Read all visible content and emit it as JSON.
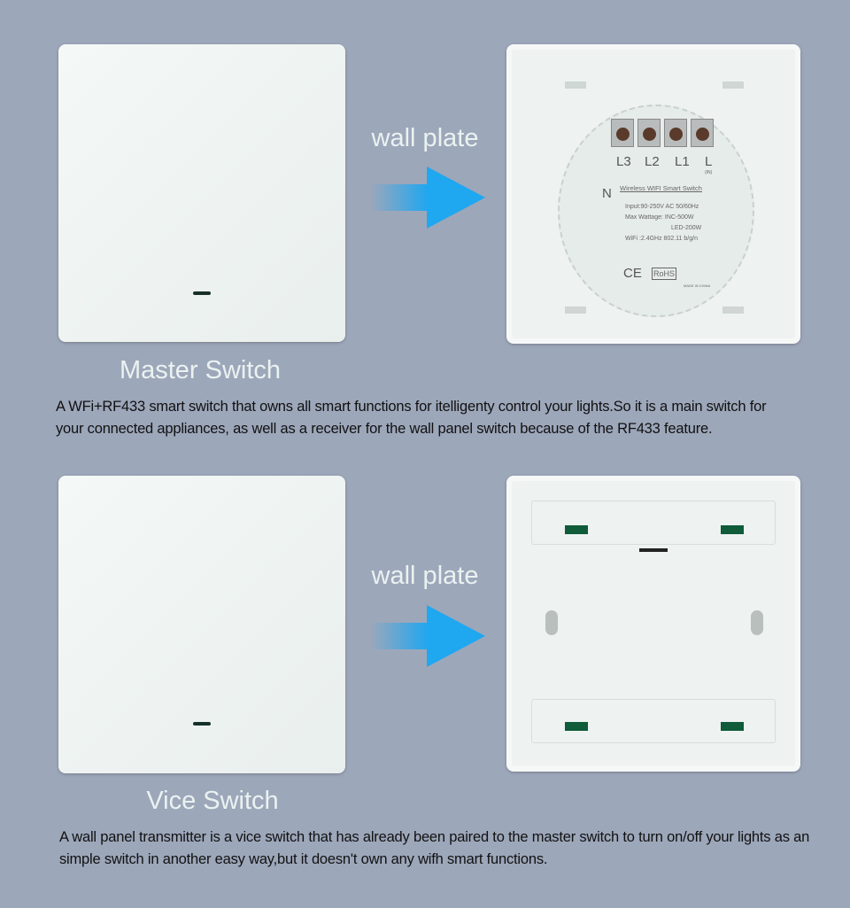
{
  "master": {
    "title": "Master Switch",
    "arrow_label": "wall plate",
    "description": "A WFi+RF433 smart switch that owns all smart functions for itelligenty control your lights.So it is a main switch for your connected appliances, as well as a receiver for the wall panel switch because of the RF433 feature.",
    "back_label": {
      "terminals": [
        "L3",
        "L2",
        "L1",
        "L"
      ],
      "in": "(IN)",
      "neutral": "N",
      "product": "Wireless WIFI Smart Switch",
      "specs": [
        "Input:90-250V AC  50/60Hz",
        "Max Wattage:   INC-500W",
        "LED-200W",
        "WiFi :2.4GHz  802.11 b/g/n"
      ],
      "marks": [
        "CE",
        "RoHS",
        "MADE IN CHINA"
      ]
    }
  },
  "vice": {
    "title": "Vice Switch",
    "arrow_label": "wall plate",
    "description": "A wall panel transmitter is a vice switch that has already been paired to the master switch to turn on/off your lights as an simple switch in another easy way,but it doesn't own any wifh smart functions."
  },
  "colors": {
    "background": "#9da7ba",
    "arrow": "#1fa7f0",
    "led": "#16312a"
  }
}
